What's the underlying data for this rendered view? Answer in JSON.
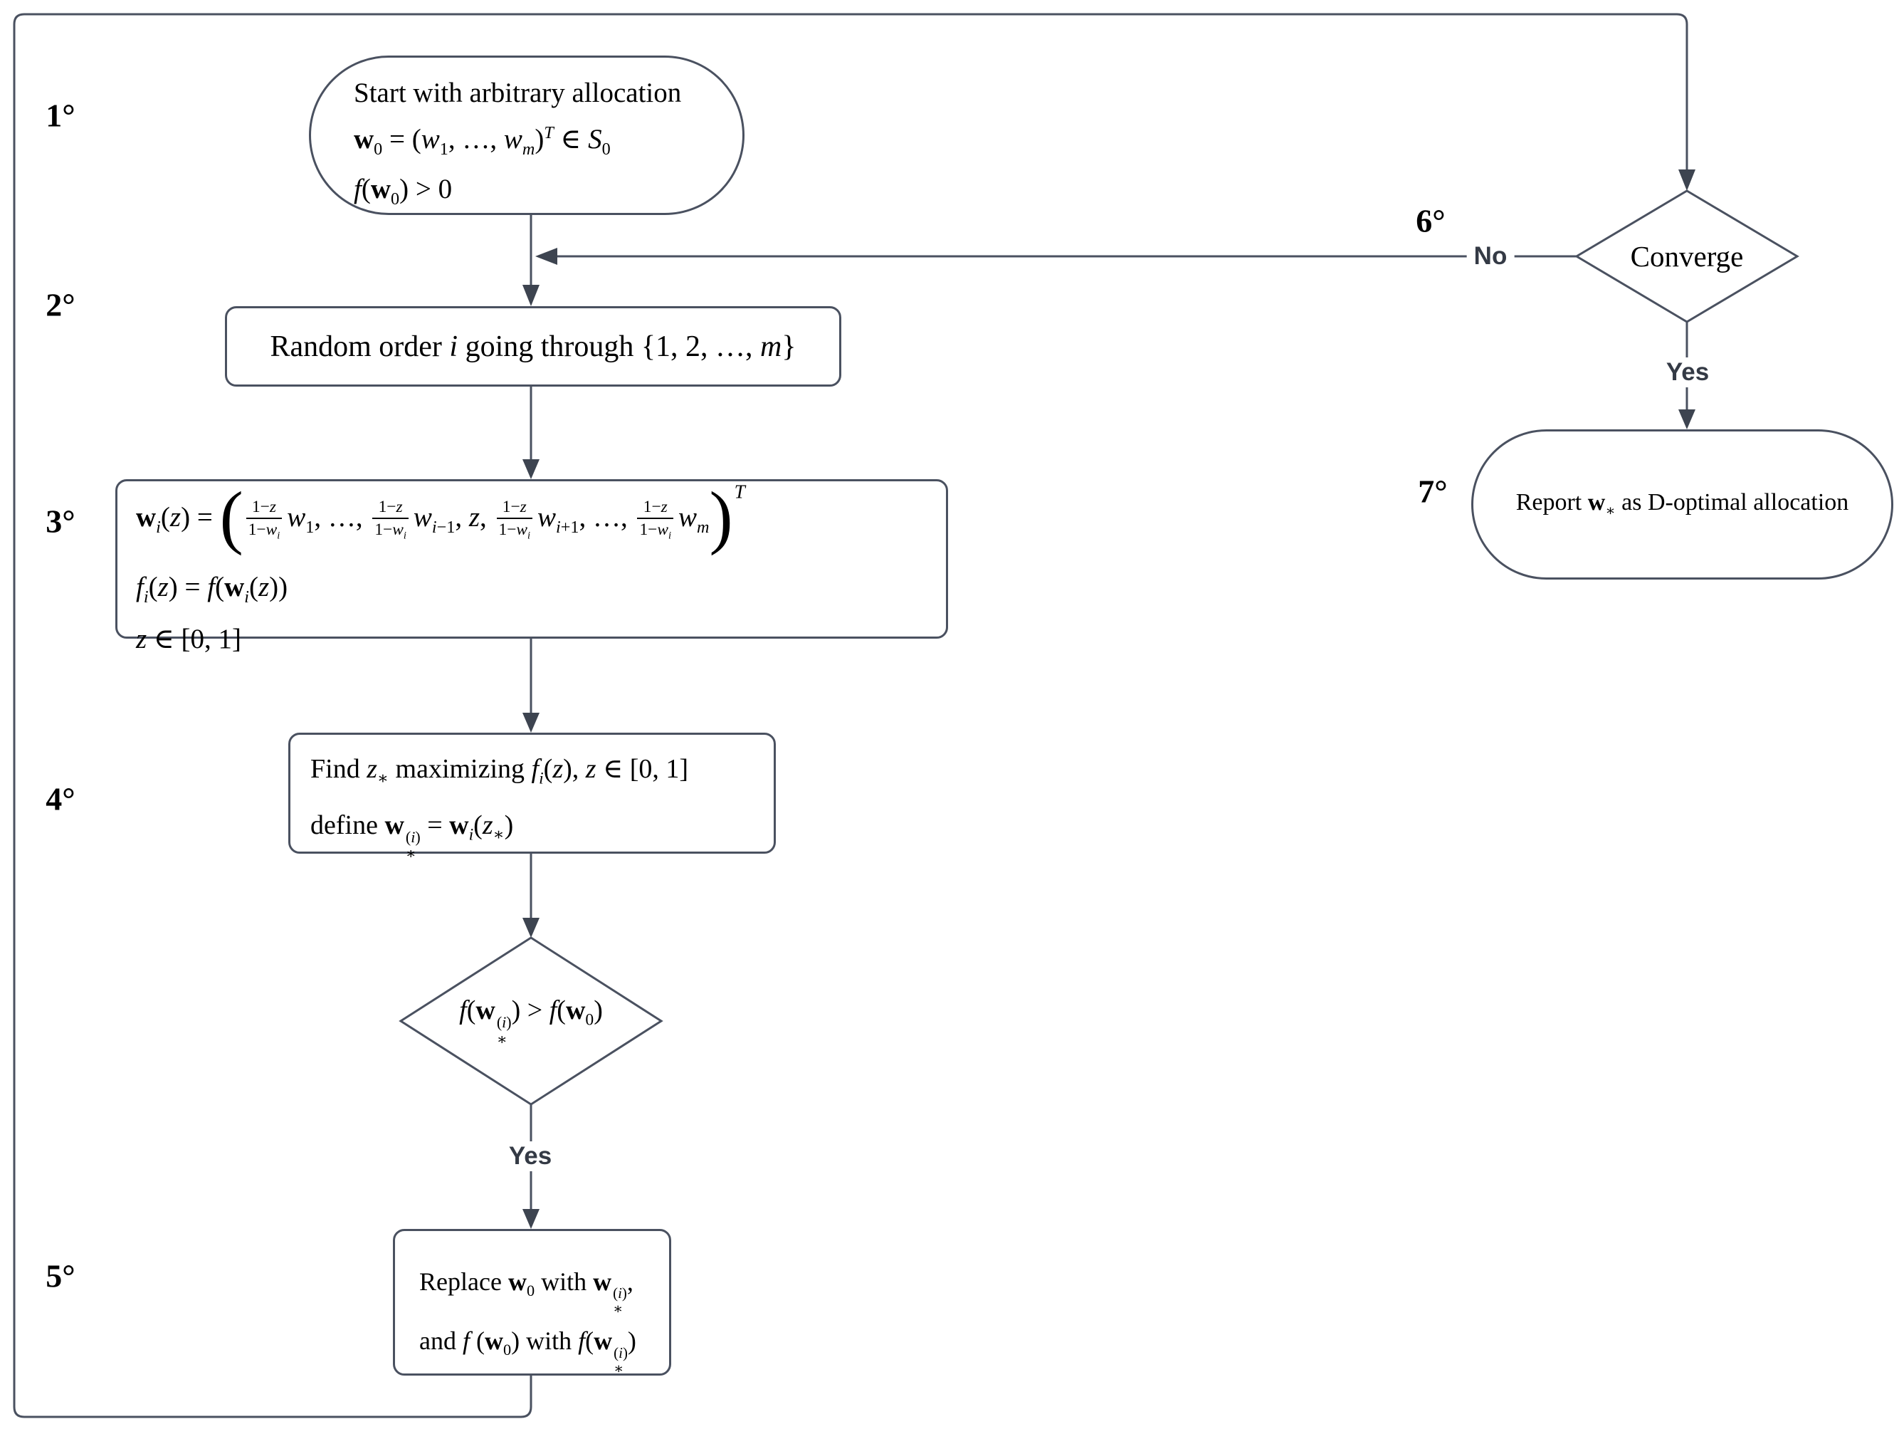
{
  "diagram": {
    "colors": {
      "background": "#ffffff",
      "line": "#4a5160",
      "arrowhead": "#3d4450",
      "node_text": "#000000",
      "edge_label_text": "#343a45"
    },
    "step_labels": [
      "1°",
      "2°",
      "3°",
      "4°",
      "5°",
      "6°",
      "7°"
    ],
    "edge_labels": {
      "yes_improve": "Yes",
      "no_converge": "No",
      "yes_converge": "Yes"
    },
    "nodes": {
      "start": {
        "shape": "stadium",
        "lines": [
          "Start with arbitrary allocation",
          "<b>w</b><sub>0</sub> = (<i>w</i><sub>1</sub>, …, <i>w</i><sub><i>m</i></sub>)<sup><i>T</i></sup> ∈ <i>S</i><sub>0</sub>",
          "<i>f</i>(<b>w</b><sub>0</sub>) &gt; 0"
        ]
      },
      "random_order": {
        "shape": "rounded-rect",
        "lines": [
          "Random order <i>i</i> going through {1, 2, …, <i>m</i>}"
        ]
      },
      "line_search_setup": {
        "shape": "rounded-rect",
        "lines": [
          "<b>w</b><sub><i>i</i></sub>(<i>z</i>) = <span class='bp'>(</span><span class='fr'><span class='nu'>1−<i>z</i></span><span class='de'>1−<i>w</i><sub><i>i</i></sub></span></span><i>w</i><sub>1</sub>, …, <span class='fr'><span class='nu'>1−<i>z</i></span><span class='de'>1−<i>w</i><sub><i>i</i></sub></span></span><i>w</i><sub><i>i</i>−1</sub>, <i>z</i>, <span class='fr'><span class='nu'>1−<i>z</i></span><span class='de'>1−<i>w</i><sub><i>i</i></sub></span></span><i>w</i><sub><i>i</i>+1</sub>, …, <span class='fr'><span class='nu'>1−<i>z</i></span><span class='de'>1−<i>w</i><sub><i>i</i></sub></span></span><i>w</i><sub><i>m</i></sub><span class='bp'>)</span><span class='pt'><i>T</i></span>",
          "<i>f</i><sub><i>i</i></sub>(<i>z</i>) = <i>f</i>(<b>w</b><sub><i>i</i></sub>(<i>z</i>))",
          "<i>z</i> ∈ [0, 1]"
        ]
      },
      "find_maximizer": {
        "shape": "rounded-rect",
        "lines": [
          "Find <i>z</i><sub>∗</sub> maximizing <i>f</i><sub><i>i</i></sub>(<i>z</i>), <i>z</i> ∈ [0, 1]",
          "define <b>w</b><span class='ss'><span>(<i>i</i>)</span><span>∗</span></span> = <b>w</b><sub><i>i</i></sub>(<i>z</i><sub>∗</sub>)"
        ]
      },
      "improve_check": {
        "shape": "diamond",
        "lines": [
          "<i>f</i>(<b>w</b><span class='ss'><span>(<i>i</i>)</span><span>∗</span></span>) &gt; <i>f</i>(<b>w</b><sub>0</sub>)"
        ]
      },
      "replace": {
        "shape": "rounded-rect",
        "lines": [
          "Replace <b>w</b><sub>0</sub> with <b>w</b><span class='ss'><span>(<i>i</i>)</span><span>∗</span></span>,",
          "and <i>f</i> (<b>w</b><sub>0</sub>) with <i>f</i>(<b>w</b><span class='ss'><span>(<i>i</i>)</span><span>∗</span></span>)"
        ]
      },
      "converge_check": {
        "shape": "diamond",
        "lines": [
          "Converge"
        ]
      },
      "report": {
        "shape": "stadium",
        "lines": [
          "Report <b>w</b><sub>∗</sub> as D-optimal allocation"
        ]
      }
    }
  }
}
